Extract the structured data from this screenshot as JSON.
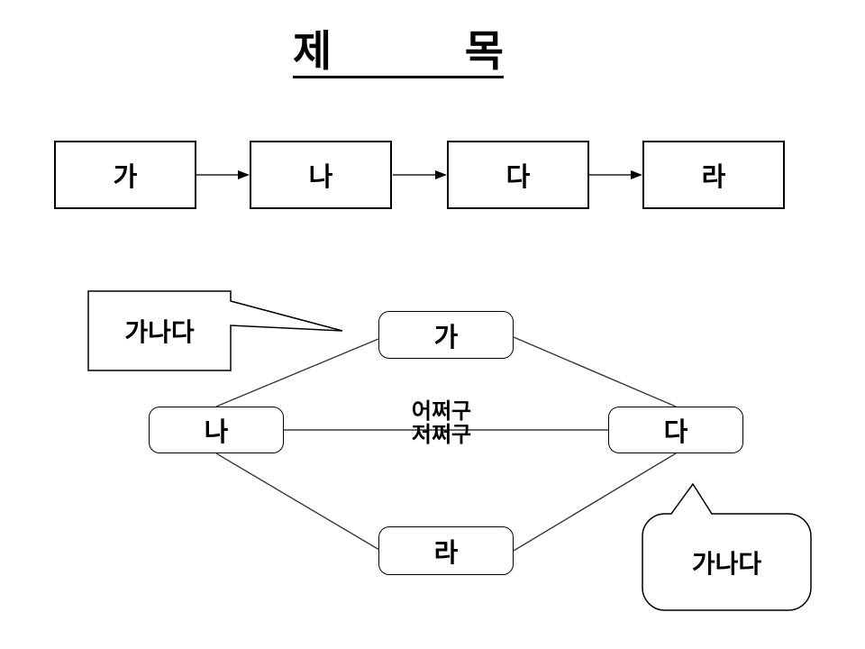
{
  "slide": {
    "title": {
      "left": "제",
      "right": "목"
    },
    "flow_row": {
      "boxes": [
        {
          "label": "가"
        },
        {
          "label": "나"
        },
        {
          "label": "다"
        },
        {
          "label": "라"
        }
      ]
    },
    "network": {
      "node_top": "가",
      "node_left": "나",
      "node_right": "다",
      "node_bottom": "라",
      "edge_label_line1": "어쩌구",
      "edge_label_line2": "저쩌구"
    },
    "callouts": {
      "left": "가나다",
      "bottom_right": "가나다"
    }
  },
  "colors": {
    "background": "#ffffff",
    "shape_stroke": "#000000",
    "connector_line": "#3a3a3a",
    "arrow_line": "#595959",
    "arrow_head": "#000000"
  }
}
